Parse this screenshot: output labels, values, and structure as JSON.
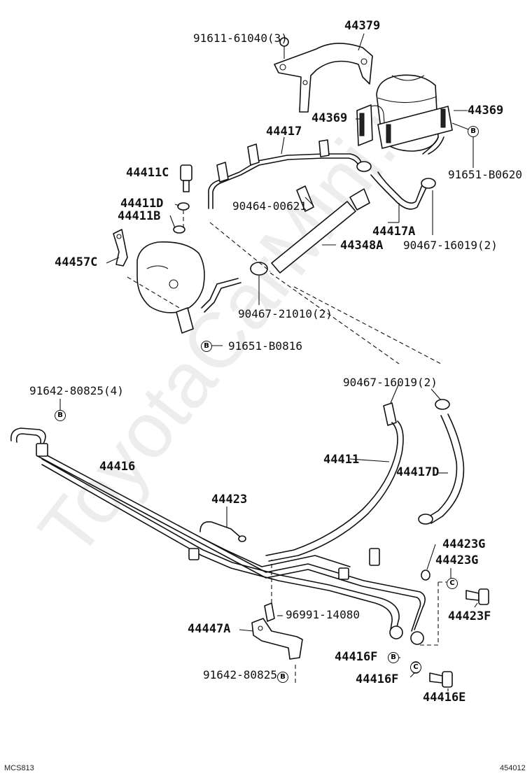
{
  "parts": {
    "p44379": "44379",
    "p91611_61040": "91611-61040(3)",
    "p44369_l": "44369",
    "p44369_r": "44369",
    "p44417": "44417",
    "p91651_b0620": "91651-B0620",
    "p44411c": "44411C",
    "p44411d": "44411D",
    "p44411b": "44411B",
    "p90464_0062": "90464-00621",
    "p44417a": "44417A",
    "p44348a": "44348A",
    "p90467_16019_top": "90467-16019(2)",
    "p44457c": "44457C",
    "p90467_21010": "90467-21010(2)",
    "p91651_b0816": "91651-B0816",
    "p90467_16019_mid": "90467-16019(2)",
    "p91642_80825_4": "91642-80825(4)",
    "p44411": "44411",
    "p44416": "44416",
    "p44417d": "44417D",
    "p44423": "44423",
    "p44423g_1": "44423G",
    "p44423g_2": "44423G",
    "p44423f": "44423F",
    "p96991_14080": "96991-14080",
    "p44447a": "44447A",
    "p44416f_1": "44416F",
    "p44416f_2": "44416F",
    "p91642_80825": "91642-80825",
    "p44416e": "44416E"
  },
  "badges": {
    "b": "B",
    "c": "C"
  },
  "footer": {
    "left_code": "MCS813",
    "right_code": "454012"
  },
  "watermark": "ToyotaCarMini.ru"
}
